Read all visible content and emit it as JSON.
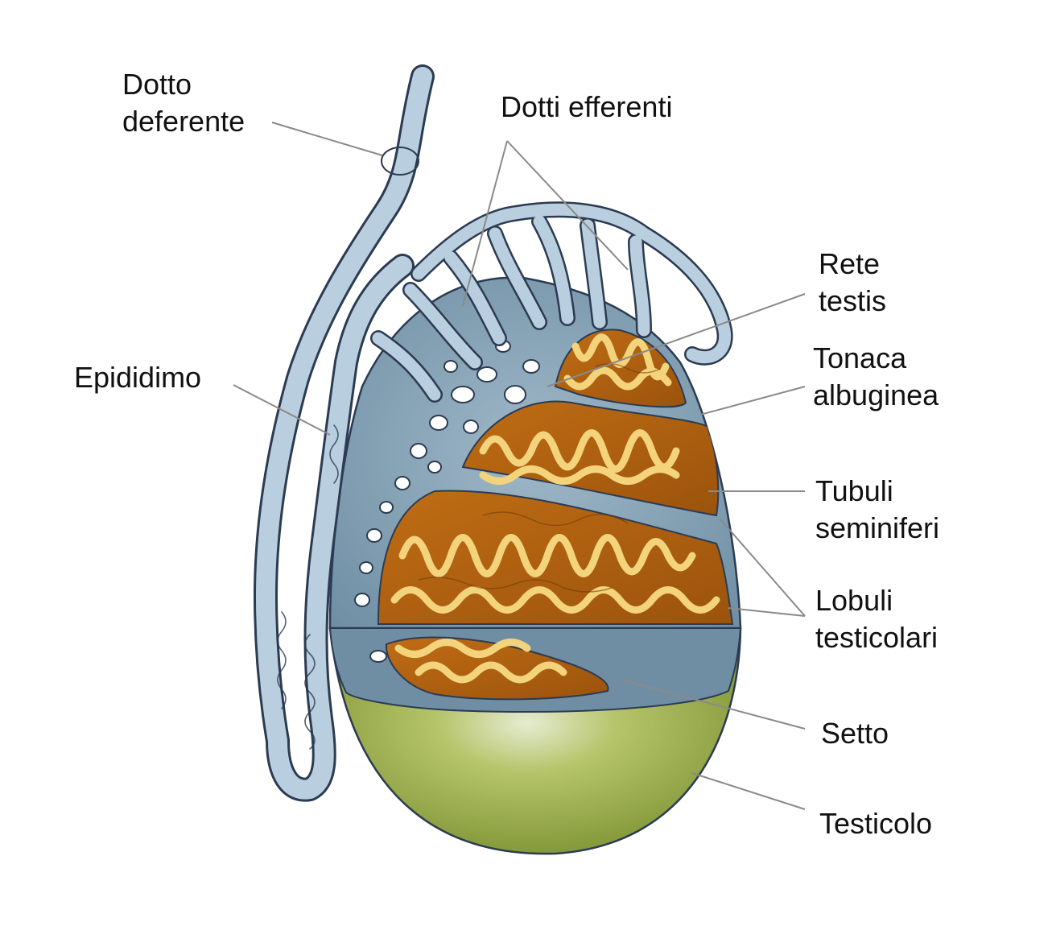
{
  "colors": {
    "epididymis": "#b9cfdf",
    "epididymis_outline": "#2c3b52",
    "tunica": "#7e9db2",
    "lobule": "#b8640f",
    "tubule": "#f3d47c",
    "testis": "#9bb04a",
    "leader": "#8a8a8a"
  },
  "labels": {
    "dotto_deferente": [
      "Dotto",
      "deferente"
    ],
    "dotti_efferenti": [
      "Dotti efferenti"
    ],
    "rete_testis": [
      "Rete",
      "testis"
    ],
    "epididimo": [
      "Epididimo"
    ],
    "tonaca_albuginea": [
      "Tonaca",
      "albuginea"
    ],
    "tubuli_seminiferi": [
      "Tubuli",
      "seminiferi"
    ],
    "lobuli_testicolari": [
      "Lobuli",
      "testicolari"
    ],
    "setto": [
      "Setto"
    ],
    "testicolo": [
      "Testicolo"
    ]
  }
}
